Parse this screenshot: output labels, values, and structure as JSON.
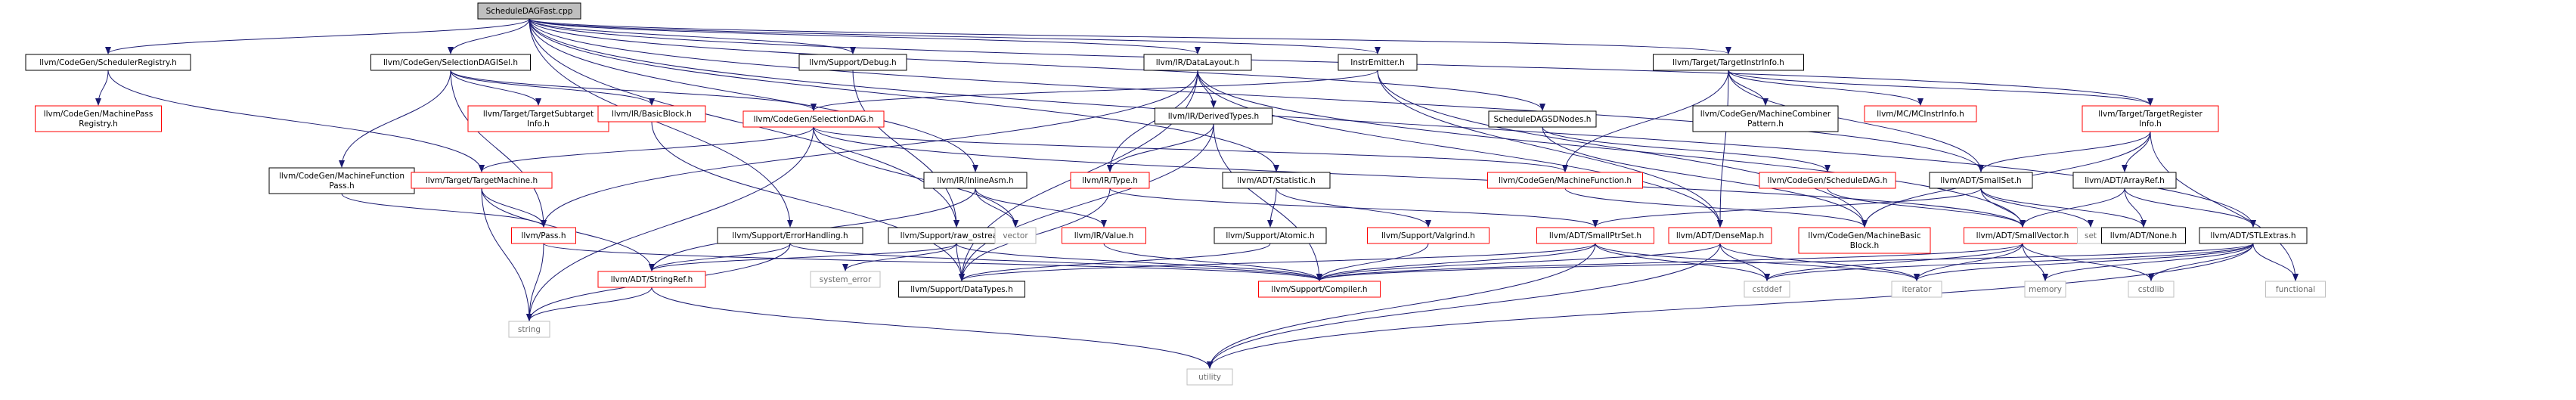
{
  "diagram": {
    "colors": {
      "root_fill": "#bfbfbf",
      "root_border": "#000000",
      "local_border": "#000000",
      "undocumented_border": "#ff0000",
      "external_border": "#bfbfbf",
      "edge": "#191970",
      "background": "#ffffff"
    },
    "nodes": [
      {
        "id": "root",
        "lines": [
          "ScheduleDAGFast.cpp"
        ],
        "style": "root"
      },
      {
        "id": "schedreg",
        "lines": [
          "llvm/CodeGen/SchedulerRegistry.h"
        ],
        "style": "local"
      },
      {
        "id": "mpreg",
        "lines": [
          "llvm/CodeGen/MachinePass",
          "Registry.h"
        ],
        "style": "undoc"
      },
      {
        "id": "seldagisel",
        "lines": [
          "llvm/CodeGen/SelectionDAGISel.h"
        ],
        "style": "local"
      },
      {
        "id": "tsubtarget",
        "lines": [
          "llvm/Target/TargetSubtarget",
          "Info.h"
        ],
        "style": "undoc"
      },
      {
        "id": "basicblock",
        "lines": [
          "llvm/IR/BasicBlock.h"
        ],
        "style": "undoc"
      },
      {
        "id": "mfpass",
        "lines": [
          "llvm/CodeGen/MachineFunction",
          "Pass.h"
        ],
        "style": "local"
      },
      {
        "id": "seldag",
        "lines": [
          "llvm/CodeGen/SelectionDAG.h"
        ],
        "style": "undoc"
      },
      {
        "id": "debug",
        "lines": [
          "llvm/Support/Debug.h"
        ],
        "style": "local"
      },
      {
        "id": "datalayout",
        "lines": [
          "llvm/IR/DataLayout.h"
        ],
        "style": "local"
      },
      {
        "id": "derivedtypes",
        "lines": [
          "llvm/IR/DerivedTypes.h"
        ],
        "style": "local"
      },
      {
        "id": "instremitter",
        "lines": [
          "InstrEmitter.h"
        ],
        "style": "local"
      },
      {
        "id": "tinstrinfo",
        "lines": [
          "llvm/Target/TargetInstrInfo.h"
        ],
        "style": "local"
      },
      {
        "id": "sdnodes",
        "lines": [
          "ScheduleDAGSDNodes.h"
        ],
        "style": "local"
      },
      {
        "id": "mcombiner",
        "lines": [
          "llvm/CodeGen/MachineCombiner",
          "Pattern.h"
        ],
        "style": "local"
      },
      {
        "id": "mcinstrinfo",
        "lines": [
          "llvm/MC/MCInstrInfo.h"
        ],
        "style": "undoc"
      },
      {
        "id": "tregister",
        "lines": [
          "llvm/Target/TargetRegister",
          "Info.h"
        ],
        "style": "undoc"
      },
      {
        "id": "tmachine",
        "lines": [
          "llvm/Target/TargetMachine.h"
        ],
        "style": "undoc"
      },
      {
        "id": "inlineasm",
        "lines": [
          "llvm/IR/InlineAsm.h"
        ],
        "style": "local"
      },
      {
        "id": "type",
        "lines": [
          "llvm/IR/Type.h"
        ],
        "style": "undoc"
      },
      {
        "id": "statistic",
        "lines": [
          "llvm/ADT/Statistic.h"
        ],
        "style": "local"
      },
      {
        "id": "mfunction",
        "lines": [
          "llvm/CodeGen/MachineFunction.h"
        ],
        "style": "undoc"
      },
      {
        "id": "scheduledag",
        "lines": [
          "llvm/CodeGen/ScheduleDAG.h"
        ],
        "style": "undoc"
      },
      {
        "id": "smallset",
        "lines": [
          "llvm/ADT/SmallSet.h"
        ],
        "style": "local"
      },
      {
        "id": "arrayref",
        "lines": [
          "llvm/ADT/ArrayRef.h"
        ],
        "style": "local"
      },
      {
        "id": "pass",
        "lines": [
          "llvm/Pass.h"
        ],
        "style": "undoc"
      },
      {
        "id": "errorhandling",
        "lines": [
          "llvm/Support/ErrorHandling.h"
        ],
        "style": "local"
      },
      {
        "id": "rawostream",
        "lines": [
          "llvm/Support/raw_ostream.h"
        ],
        "style": "local"
      },
      {
        "id": "vector",
        "lines": [
          "vector"
        ],
        "style": "external"
      },
      {
        "id": "value",
        "lines": [
          "llvm/IR/Value.h"
        ],
        "style": "undoc"
      },
      {
        "id": "atomic",
        "lines": [
          "llvm/Support/Atomic.h"
        ],
        "style": "local"
      },
      {
        "id": "valgrind",
        "lines": [
          "llvm/Support/Valgrind.h"
        ],
        "style": "undoc"
      },
      {
        "id": "smallptrset",
        "lines": [
          "llvm/ADT/SmallPtrSet.h"
        ],
        "style": "undoc"
      },
      {
        "id": "densemap",
        "lines": [
          "llvm/ADT/DenseMap.h"
        ],
        "style": "undoc"
      },
      {
        "id": "mbasicblock",
        "lines": [
          "llvm/CodeGen/MachineBasic",
          "Block.h"
        ],
        "style": "undoc"
      },
      {
        "id": "smallvector",
        "lines": [
          "llvm/ADT/SmallVector.h"
        ],
        "style": "undoc"
      },
      {
        "id": "set",
        "lines": [
          "set"
        ],
        "style": "external"
      },
      {
        "id": "none",
        "lines": [
          "llvm/ADT/None.h"
        ],
        "style": "local"
      },
      {
        "id": "stlextras",
        "lines": [
          "llvm/ADT/STLExtras.h"
        ],
        "style": "local"
      },
      {
        "id": "stringref",
        "lines": [
          "llvm/ADT/StringRef.h"
        ],
        "style": "undoc"
      },
      {
        "id": "systemerror",
        "lines": [
          "system_error"
        ],
        "style": "external"
      },
      {
        "id": "datatypes",
        "lines": [
          "llvm/Support/DataTypes.h"
        ],
        "style": "local"
      },
      {
        "id": "compiler",
        "lines": [
          "llvm/Support/Compiler.h"
        ],
        "style": "undoc"
      },
      {
        "id": "cstddef",
        "lines": [
          "cstddef"
        ],
        "style": "external"
      },
      {
        "id": "iterator",
        "lines": [
          "iterator"
        ],
        "style": "external"
      },
      {
        "id": "memory",
        "lines": [
          "memory"
        ],
        "style": "external"
      },
      {
        "id": "cstdlib",
        "lines": [
          "cstdlib"
        ],
        "style": "external"
      },
      {
        "id": "functional",
        "lines": [
          "functional"
        ],
        "style": "external"
      },
      {
        "id": "string",
        "lines": [
          "string"
        ],
        "style": "external"
      },
      {
        "id": "utility",
        "lines": [
          "utility"
        ],
        "style": "external"
      }
    ],
    "edges": [
      [
        "root",
        "schedreg"
      ],
      [
        "root",
        "seldagisel"
      ],
      [
        "root",
        "debug"
      ],
      [
        "root",
        "datalayout"
      ],
      [
        "root",
        "instremitter"
      ],
      [
        "root",
        "tinstrinfo"
      ],
      [
        "root",
        "sdnodes"
      ],
      [
        "root",
        "tregister"
      ],
      [
        "root",
        "inlineasm"
      ],
      [
        "root",
        "statistic"
      ],
      [
        "root",
        "errorhandling"
      ],
      [
        "root",
        "rawostream"
      ],
      [
        "root",
        "smallset"
      ],
      [
        "root",
        "stlextras"
      ],
      [
        "schedreg",
        "mpreg"
      ],
      [
        "schedreg",
        "tmachine"
      ],
      [
        "seldagisel",
        "tsubtarget"
      ],
      [
        "seldagisel",
        "basicblock"
      ],
      [
        "seldagisel",
        "seldag"
      ],
      [
        "seldagisel",
        "mfpass"
      ],
      [
        "seldagisel",
        "pass"
      ],
      [
        "mfpass",
        "pass"
      ],
      [
        "seldag",
        "tmachine"
      ],
      [
        "seldag",
        "mfunction"
      ],
      [
        "seldag",
        "vector"
      ],
      [
        "seldag",
        "string"
      ],
      [
        "seldag",
        "smallvector"
      ],
      [
        "basicblock",
        "datatypes"
      ],
      [
        "tmachine",
        "pass"
      ],
      [
        "tmachine",
        "stringref"
      ],
      [
        "tmachine",
        "string"
      ],
      [
        "debug",
        "rawostream"
      ],
      [
        "datalayout",
        "derivedtypes"
      ],
      [
        "datalayout",
        "type"
      ],
      [
        "datalayout",
        "pass"
      ],
      [
        "datalayout",
        "datatypes"
      ],
      [
        "datalayout",
        "densemap"
      ],
      [
        "datalayout",
        "smallvector"
      ],
      [
        "derivedtypes",
        "type"
      ],
      [
        "derivedtypes",
        "compiler"
      ],
      [
        "derivedtypes",
        "datatypes"
      ],
      [
        "instremitter",
        "seldag"
      ],
      [
        "instremitter",
        "mbasicblock"
      ],
      [
        "instremitter",
        "densemap"
      ],
      [
        "tinstrinfo",
        "mcombiner"
      ],
      [
        "tinstrinfo",
        "mcinstrinfo"
      ],
      [
        "tinstrinfo",
        "tregister"
      ],
      [
        "tinstrinfo",
        "smallset"
      ],
      [
        "tinstrinfo",
        "mfunction"
      ],
      [
        "tinstrinfo",
        "densemap"
      ],
      [
        "sdnodes",
        "scheduledag"
      ],
      [
        "sdnodes",
        "mbasicblock"
      ],
      [
        "tregister",
        "smallset"
      ],
      [
        "tregister",
        "arrayref"
      ],
      [
        "tregister",
        "mbasicblock"
      ],
      [
        "tregister",
        "functional"
      ],
      [
        "inlineasm",
        "vector"
      ],
      [
        "inlineasm",
        "value"
      ],
      [
        "inlineasm",
        "stringref"
      ],
      [
        "type",
        "datatypes"
      ],
      [
        "type",
        "smallptrset"
      ],
      [
        "statistic",
        "atomic"
      ],
      [
        "statistic",
        "valgrind"
      ],
      [
        "mfunction",
        "mbasicblock"
      ],
      [
        "scheduledag",
        "smallvector"
      ],
      [
        "smallset",
        "smallptrset"
      ],
      [
        "smallset",
        "smallvector"
      ],
      [
        "smallset",
        "none"
      ],
      [
        "smallset",
        "set"
      ],
      [
        "arrayref",
        "none"
      ],
      [
        "arrayref",
        "smallvector"
      ],
      [
        "arrayref",
        "stlextras"
      ],
      [
        "pass",
        "string"
      ],
      [
        "pass",
        "compiler"
      ],
      [
        "errorhandling",
        "compiler"
      ],
      [
        "errorhandling",
        "stringref"
      ],
      [
        "errorhandling",
        "string"
      ],
      [
        "rawostream",
        "stringref"
      ],
      [
        "rawostream",
        "systemerror"
      ],
      [
        "rawostream",
        "datatypes"
      ],
      [
        "rawostream",
        "compiler"
      ],
      [
        "value",
        "compiler"
      ],
      [
        "atomic",
        "datatypes"
      ],
      [
        "valgrind",
        "compiler"
      ],
      [
        "smallptrset",
        "compiler"
      ],
      [
        "smallptrset",
        "datatypes"
      ],
      [
        "smallptrset",
        "cstddef"
      ],
      [
        "smallptrset",
        "utility"
      ],
      [
        "smallptrset",
        "iterator"
      ],
      [
        "densemap",
        "compiler"
      ],
      [
        "densemap",
        "cstddef"
      ],
      [
        "densemap",
        "iterator"
      ],
      [
        "densemap",
        "utility"
      ],
      [
        "smallvector",
        "compiler"
      ],
      [
        "smallvector",
        "cstddef"
      ],
      [
        "smallvector",
        "cstdlib"
      ],
      [
        "smallvector",
        "memory"
      ],
      [
        "smallvector",
        "iterator"
      ],
      [
        "stlextras",
        "compiler"
      ],
      [
        "stlextras",
        "cstddef"
      ],
      [
        "stlextras",
        "cstdlib"
      ],
      [
        "stlextras",
        "functional"
      ],
      [
        "stlextras",
        "iterator"
      ],
      [
        "stlextras",
        "memory"
      ],
      [
        "stlextras",
        "utility"
      ],
      [
        "stringref",
        "utility"
      ],
      [
        "stringref",
        "string"
      ]
    ]
  }
}
